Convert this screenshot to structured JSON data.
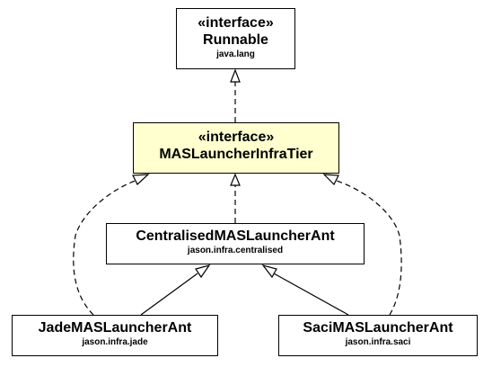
{
  "nodes": {
    "runnable": {
      "stereotype": "«interface»",
      "name": "Runnable",
      "package": "java.lang"
    },
    "tier": {
      "stereotype": "«interface»",
      "name": "MASLauncherInfraTier"
    },
    "centralised": {
      "name": "CentralisedMASLauncherAnt",
      "package": "jason.infra.centralised"
    },
    "jade": {
      "name": "JadeMASLauncherAnt",
      "package": "jason.infra.jade"
    },
    "saci": {
      "name": "SaciMASLauncherAnt",
      "package": "jason.infra.saci"
    }
  },
  "colors": {
    "highlight_fill": "#ffffd0",
    "border": "#000000"
  }
}
